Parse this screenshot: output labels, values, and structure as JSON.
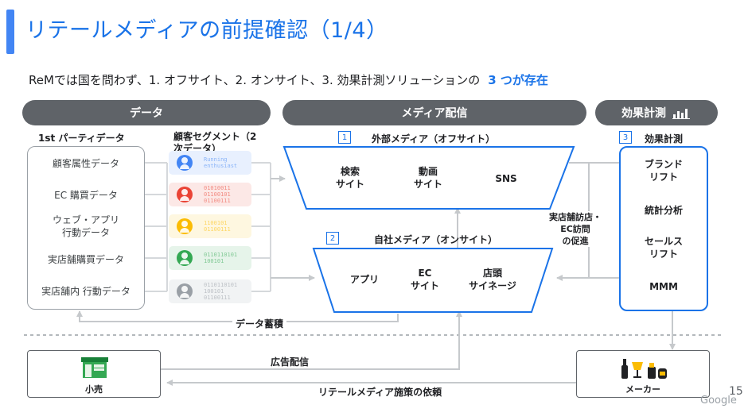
{
  "header": {
    "title": "リテールメディアの前提確認（1/4）",
    "subtitle_main": "ReMでは国を問わず、1. オフサイト、2. オンサイト、3. 効果計測ソリューションの",
    "subtitle_highlight": "3 つが存在"
  },
  "pills": {
    "data": "データ",
    "media": "メディア配信",
    "measurement": "効果計測"
  },
  "first_party": {
    "title": "1st パーティデータ",
    "items": [
      "顧客属性データ",
      "EC 購買データ",
      "ウェブ・アプリ\n行動データ",
      "実店舗購買データ",
      "実店舗内 行動データ"
    ]
  },
  "segments": {
    "title": "顧客セグメント（2 次データ）",
    "items": [
      {
        "code": "Running\nenthusiast",
        "color": "#4285f4",
        "bg": "#e8f0fe",
        "text_color": "#8ab4f8"
      },
      {
        "code": "01010011\n01100101\n01100111",
        "color": "#ea4335",
        "bg": "#fce8e6",
        "text_color": "#f28b82"
      },
      {
        "code": "1100101\n01100111",
        "color": "#fbbc04",
        "bg": "#fef7e0",
        "text_color": "#fdd663"
      },
      {
        "code": "0110110101\n100101",
        "color": "#34a853",
        "bg": "#e6f4ea",
        "text_color": "#81c995"
      },
      {
        "code": "0110110101\n100101\n01100111",
        "color": "#9aa0a6",
        "bg": "#f1f3f4",
        "text_color": "#bdc1c6"
      }
    ]
  },
  "offsite": {
    "num": "1",
    "title": "外部メディア（オフサイト）",
    "items": [
      "検索\nサイト",
      "動画\nサイト",
      "SNS"
    ]
  },
  "onsite": {
    "num": "2",
    "title": "自社メディア（オンサイト）",
    "items": [
      "アプリ",
      "EC\nサイト",
      "店頭\nサイネージ"
    ]
  },
  "measurement": {
    "num": "3",
    "title": "効果計測",
    "items": [
      "ブランド\nリフト",
      "統計分析",
      "セールス\nリフト",
      "MMM"
    ]
  },
  "promo_label": "実店舗訪店・\nEC訪問\nの促進",
  "data_accum_label": "データ蓄積",
  "ad_delivery_label": "広告配信",
  "request_label": "リテールメディア施策の依頼",
  "retail_label": "小売",
  "maker_label": "メーカー",
  "page_number": "15",
  "logo_text": "Google",
  "colors": {
    "accent": "#1a73e8",
    "pill": "#5f6368",
    "line": "#c6c9cc"
  }
}
